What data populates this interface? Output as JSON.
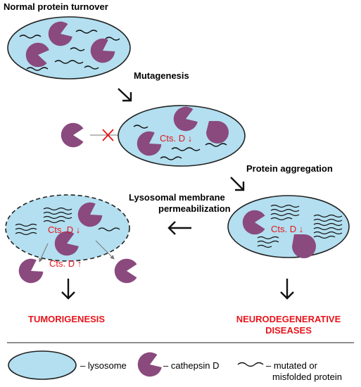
{
  "labels": {
    "normal_turnover": "Normal protein turnover",
    "mutagenesis": "Mutagenesis",
    "protein_aggregation": "Protein aggregation",
    "lmp_line1": "Lysosomal membrane",
    "lmp_line2": "permeabilization",
    "cts_down": "Cts. D ↓",
    "cts_up": "Cts. D ↑"
  },
  "outcomes": {
    "tumorigenesis": "TUMORIGENESIS",
    "neuro_line1": "NEURODEGENERATIVE",
    "neuro_line2": "DISEASES"
  },
  "legend": {
    "lysosome": "– lysosome",
    "cathepsin": "– cathepsin D",
    "protein_line1": "– mutated or",
    "protein_line2": "misfolded protein"
  },
  "colors": {
    "lysosome_fill": "#b3dff0",
    "cathepsin": "#8a4a7e",
    "highlight": "#e8141b"
  }
}
